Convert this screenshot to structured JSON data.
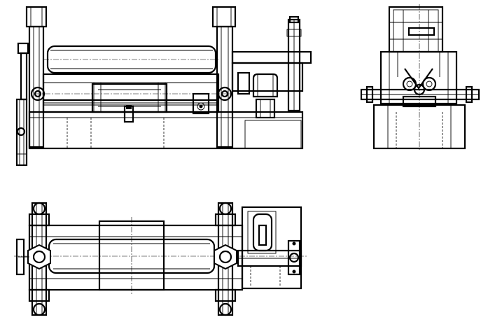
{
  "drawing": {
    "background": "#ffffff",
    "line_color": "#000000",
    "views": [
      "front-view",
      "side-view",
      "top-view"
    ]
  }
}
